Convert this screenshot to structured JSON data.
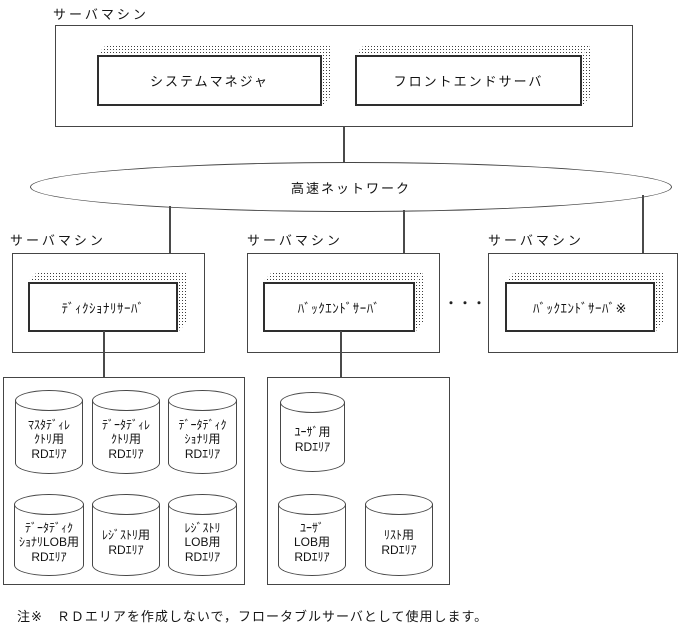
{
  "top_machine": {
    "label": "サーバマシン",
    "servers": [
      {
        "name": "システムマネジャ"
      },
      {
        "name": "フロントエンドサーバ"
      }
    ]
  },
  "network": {
    "label": "高速ネットワーク"
  },
  "machines": [
    {
      "label": "サーバマシン",
      "server": "ﾃﾞｨｸｼｮﾅﾘｻｰﾊﾞ"
    },
    {
      "label": "サーバマシン",
      "server": "ﾊﾞｯｸｴﾝﾄﾞｻｰﾊﾞ"
    },
    {
      "label": "サーバマシン",
      "server": "ﾊﾞｯｸｴﾝﾄﾞｻｰﾊﾞ※"
    }
  ],
  "ellipsis": "・・・",
  "rd_groups": [
    {
      "cylinders": [
        {
          "label": "ﾏｽﾀﾃﾞｨﾚ\nｸﾄﾘ用\nRDｴﾘｱ"
        },
        {
          "label": "ﾃﾞｰﾀﾃﾞｨﾚ\nｸﾄﾘ用\nRDｴﾘｱ"
        },
        {
          "label": "ﾃﾞｰﾀﾃﾞｨｸ\nｼｮﾅﾘ用\nRDｴﾘｱ"
        },
        {
          "label": "ﾃﾞｰﾀﾃﾞｨｸ\nｼｮﾅﾘLOB用\nRDｴﾘｱ"
        },
        {
          "label": "ﾚｼﾞｽﾄﾘ用\nRDｴﾘｱ"
        },
        {
          "label": "ﾚｼﾞｽﾄﾘ\nLOB用\nRDｴﾘｱ"
        }
      ]
    },
    {
      "cylinders": [
        {
          "label": "ﾕｰｻﾞ用\nRDｴﾘｱ"
        },
        {
          "label": "ﾕｰｻﾞ\nLOB用\nRDｴﾘｱ"
        },
        {
          "label": "ﾘｽﾄ用\nRDｴﾘｱ"
        }
      ]
    }
  ],
  "note": "注※　ＲＤエリアを作成しないで，フロータブルサーバとして使用します。",
  "colors": {
    "line": "#454545",
    "text": "#111111",
    "background": "#ffffff"
  }
}
